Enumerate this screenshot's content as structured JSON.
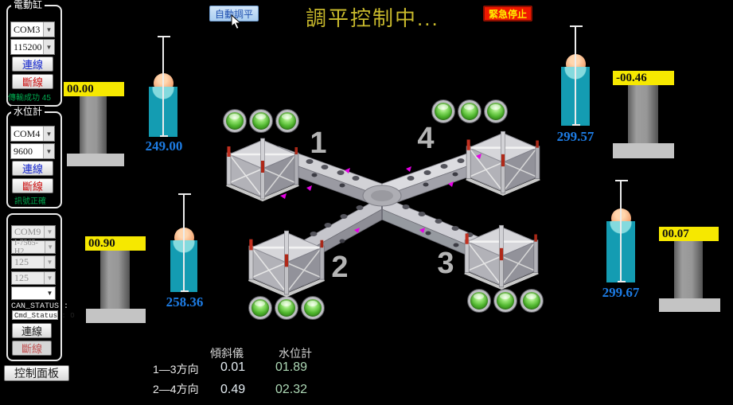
{
  "topbar": {
    "auto_level_button": "自動調平",
    "title": "調平控制中...",
    "emergency_stop_button": "緊急停止"
  },
  "panels": {
    "electric_cylinder": {
      "title": "電動缸",
      "port": "COM3",
      "baud": "115200",
      "connect": "連線",
      "disconnect": "斷線",
      "status": "傳輸成功 45"
    },
    "water_level": {
      "title": "水位計",
      "port": "COM4",
      "baud": "9600",
      "connect": "連線",
      "disconnect": "斷線",
      "status": "訊號正確"
    },
    "can": {
      "port": "COM9",
      "device": "I-7565-H2",
      "bitrate1": "125",
      "bitrate2": "125",
      "blank_option": "",
      "can_status_label": "CAN_STATUS :",
      "cmd_status": "Cmd_Status : O",
      "connect": "連線",
      "disconnect": "斷線"
    },
    "control_panel_button": "控制面板"
  },
  "pedestals": [
    {
      "position": "top-left",
      "value": "00.00"
    },
    {
      "position": "top-right",
      "value": "-00.46"
    },
    {
      "position": "bottom-left",
      "value": "00.90"
    },
    {
      "position": "bottom-right",
      "value": "00.07"
    }
  ],
  "gauges": [
    {
      "position": "top-left",
      "value": "249.00"
    },
    {
      "position": "top-right",
      "value": "299.57"
    },
    {
      "position": "bottom-left",
      "value": "258.36"
    },
    {
      "position": "bottom-right",
      "value": "299.67"
    }
  ],
  "platform": {
    "labels": {
      "n1": "1",
      "n2": "2",
      "n3": "3",
      "n4": "4"
    }
  },
  "readout": {
    "col_incline": "傾斜儀",
    "col_water": "水位計",
    "rows": [
      {
        "label": "1—3方向",
        "incline": "0.01",
        "water": "01.89"
      },
      {
        "label": "2—4方向",
        "incline": "0.49",
        "water": "02.32"
      }
    ]
  },
  "colors": {
    "plate_yellow": "#f6e800",
    "gauge_cyan": "#149cb2",
    "float_orange": "#f2a06e",
    "value_blue": "#1d7ce4",
    "status_green": "#00a84e",
    "title_gold": "#c9ba2c",
    "emergency_red": "#f01800",
    "auto_button_blue": "#bcd9f2",
    "led_green": "#4db32c",
    "marker_magenta": "#e400e4"
  }
}
